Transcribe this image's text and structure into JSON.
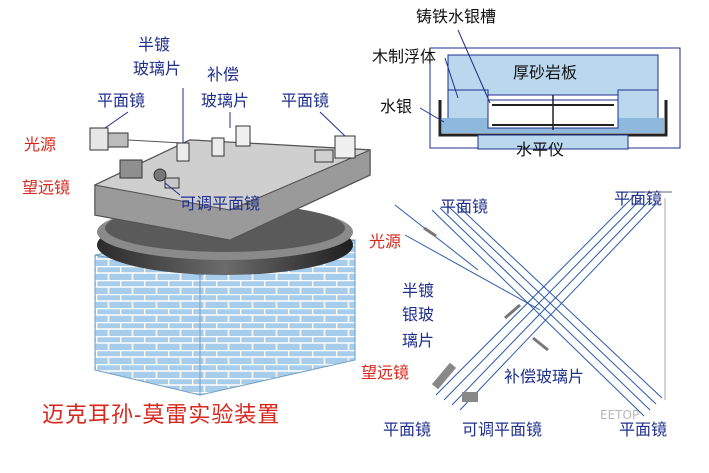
{
  "colors": {
    "accent_blue": "#1f2f8c",
    "accent_red": "#d9261c",
    "brick": "#9ec7e6",
    "slab": "#b7b7b7",
    "glass": "#2a6bb8"
  },
  "left_diagram": {
    "labels": {
      "beam_splitter_1": "半镀",
      "beam_splitter_2": "玻璃片",
      "compensator_1": "补偿",
      "compensator_2": "玻璃片",
      "mirror_left": "平面镜",
      "mirror_right": "平面镜",
      "light_source": "光源",
      "telescope": "望远镜",
      "adjustable_mirror": "可调平面镜"
    },
    "caption": "迈克耳孙-莫雷实验装置"
  },
  "top_right_diagram": {
    "labels": {
      "trough": "铸铁水银槽",
      "float": "木制浮体",
      "sandstone": "厚砂岩板",
      "mercury": "水银",
      "level": "水平仪"
    }
  },
  "bottom_right_diagram": {
    "labels": {
      "mirror_top_left": "平面镜",
      "mirror_top_right": "平面镜",
      "light_source": "光源",
      "splitter_1": "半镀",
      "splitter_2": "银玻",
      "splitter_3": "璃片",
      "telescope": "望远镜",
      "compensator": "补偿玻璃片",
      "mirror_bottom_left": "平面镜",
      "adjustable_mirror": "可调平面镜",
      "mirror_bottom_right": "平面镜"
    }
  },
  "watermark": "EETOP"
}
